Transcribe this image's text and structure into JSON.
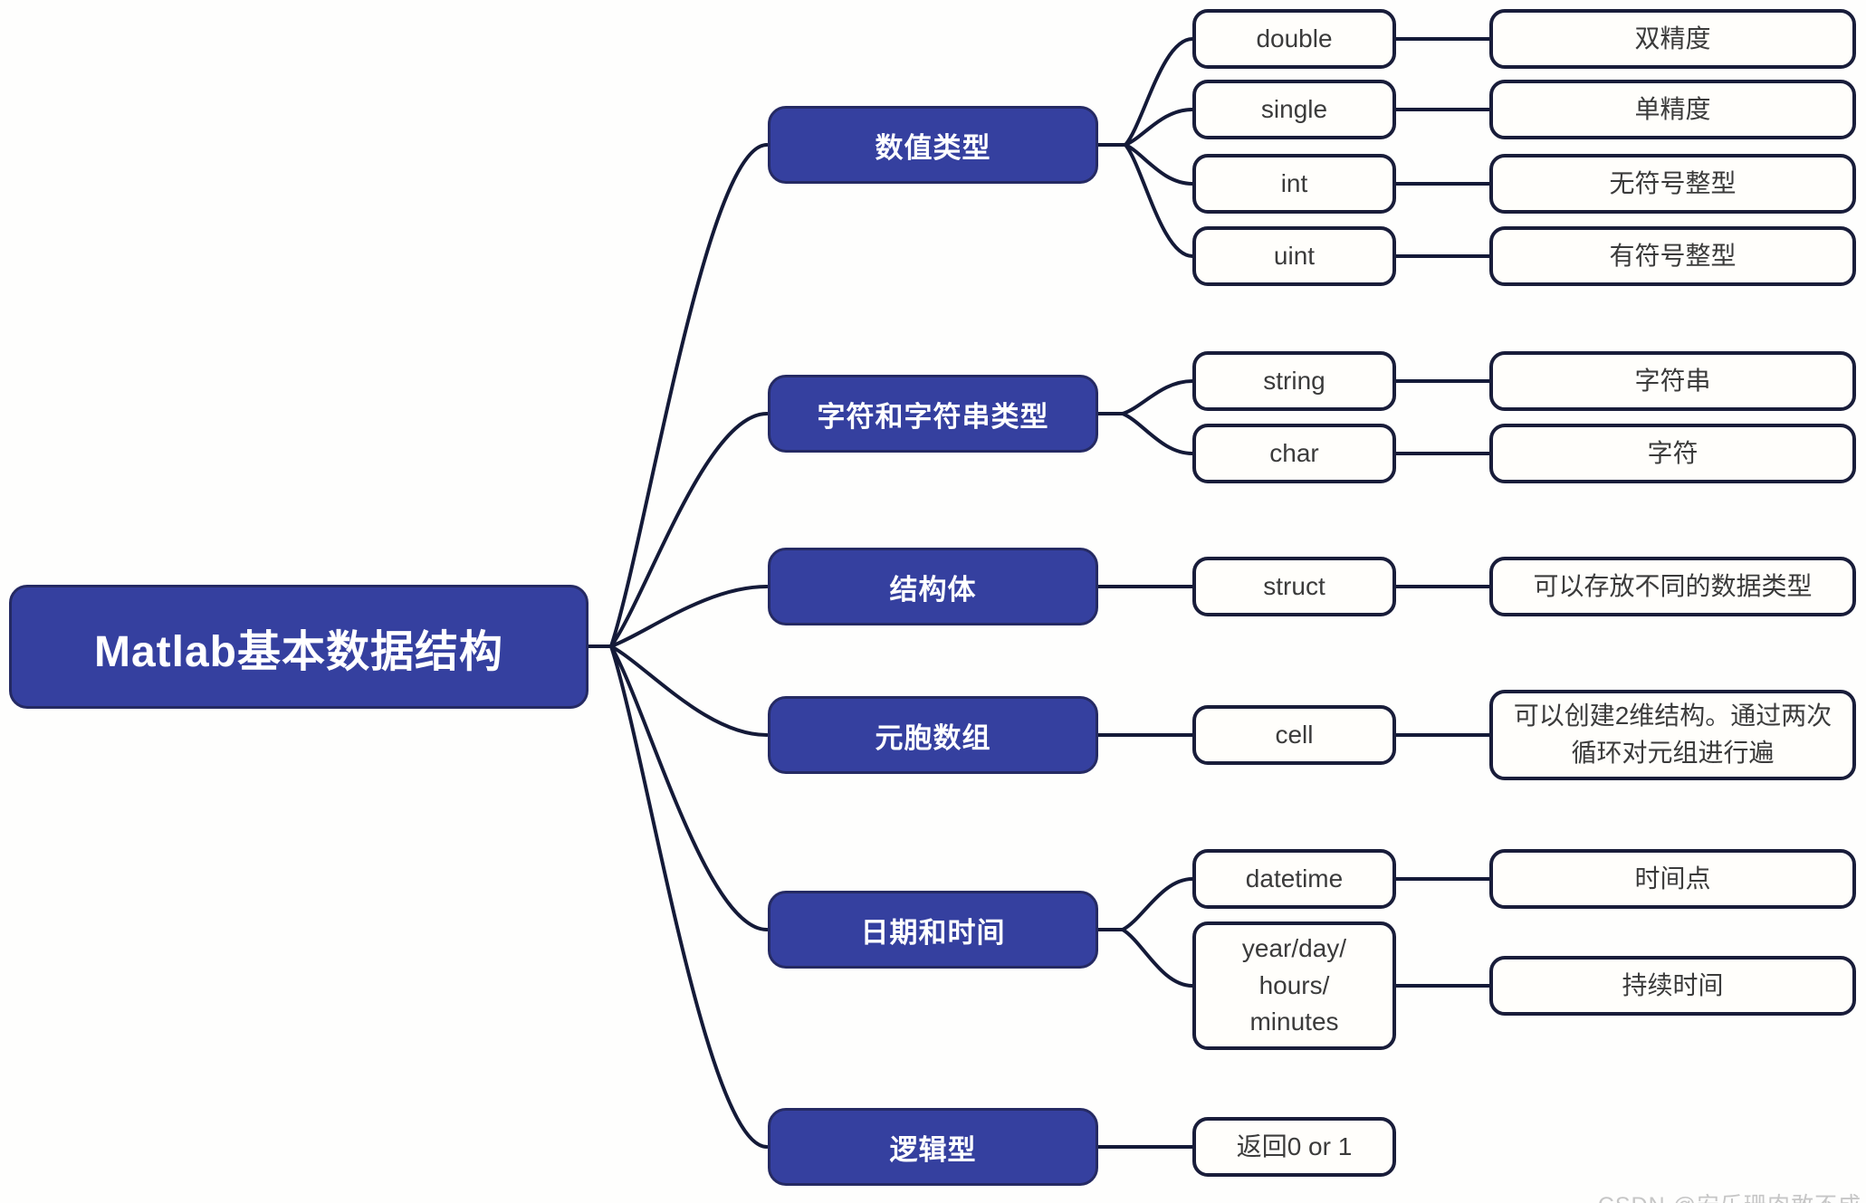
{
  "root": {
    "label": "Matlab基本数据结构"
  },
  "branches": [
    {
      "label": "数值类型",
      "children": [
        {
          "type": "double",
          "desc": "双精度"
        },
        {
          "type": "single",
          "desc": "单精度"
        },
        {
          "type": "int",
          "desc": "无符号整型"
        },
        {
          "type": "uint",
          "desc": "有符号整型"
        }
      ]
    },
    {
      "label": "字符和字符串类型",
      "children": [
        {
          "type": "string",
          "desc": "字符串"
        },
        {
          "type": "char",
          "desc": "字符"
        }
      ]
    },
    {
      "label": "结构体",
      "children": [
        {
          "type": "struct",
          "desc": "可以存放不同的数据类型"
        }
      ]
    },
    {
      "label": "元胞数组",
      "children": [
        {
          "type": "cell",
          "desc": "可以创建2维结构。通过两次循环对元组进行遍"
        }
      ]
    },
    {
      "label": "日期和时间",
      "children": [
        {
          "type": "datetime",
          "desc": "时间点"
        },
        {
          "type": "year/day/\nhours/\nminutes",
          "desc": "持续时间"
        }
      ]
    },
    {
      "label": "逻辑型",
      "children": [
        {
          "type": "返回0 or 1"
        }
      ]
    }
  ],
  "watermark": "CSDN @安乐珊肉敢不成",
  "colors": {
    "node_fill": "#35409f",
    "node_border": "#252a63",
    "line": "#141a38",
    "box_border": "#191d3a",
    "box_fill": "#fffefb",
    "text_dark": "#3b3b3b",
    "watermark_color": "#c6c6c6",
    "bg": "#fefefd"
  }
}
